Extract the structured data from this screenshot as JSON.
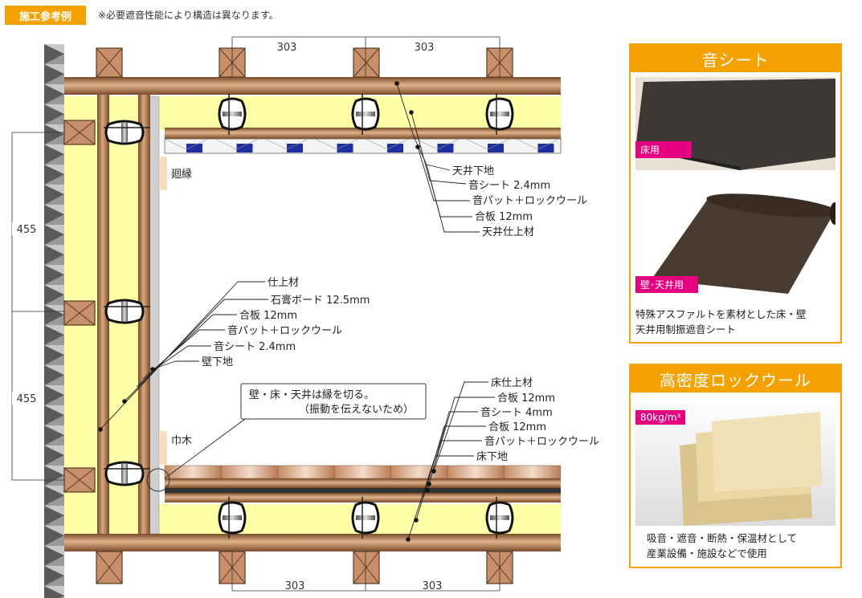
{
  "header": {
    "badge": "施工参考例",
    "note": "※必要遮音性能により構造は異なります。"
  },
  "dimensions": {
    "top_left": "303",
    "top_right": "303",
    "bottom_left": "303",
    "bottom_right": "303",
    "side_upper": "455",
    "side_lower": "455"
  },
  "labels": {
    "mawaribuchi": "廻縁",
    "habaki": "巾木"
  },
  "ceiling_layers": [
    "天井下地",
    "音シート 2.4mm",
    "音パット＋ロックウール",
    "合板 12mm",
    "天井仕上材"
  ],
  "wall_layers": [
    "仕上材",
    "石膏ボード 12.5mm",
    "合板 12mm",
    "音パット＋ロックウール",
    "音シート 2.4mm",
    "壁下地"
  ],
  "floor_layers": [
    "床仕上材",
    "合板 12mm",
    "音シート 4mm",
    "合板 12mm",
    "音パット＋ロックウール",
    "床下地"
  ],
  "callout": {
    "line1": "壁・床・天井は縁を切る。",
    "line2": "（振動を伝えないため）"
  },
  "panel_sheet": {
    "title": "音シート",
    "tag_floor": "床用",
    "tag_wall": "壁･天井用",
    "caption_line1": "特殊アスファルトを素材とした床・壁",
    "caption_line2": "天井用制振遮音シート"
  },
  "panel_rockwool": {
    "title": "高密度ロックウール",
    "tag_density": "80kg/m³",
    "caption_line1": "吸音・遮音・断熱・保温材として",
    "caption_line2": "産業設備・施設などで使用"
  },
  "colors": {
    "accent": "#f5a100",
    "tag": "#e4007f",
    "wood": "#b07a52",
    "insulation": "#ffffa8",
    "blue_pad": "#1f2f9f"
  }
}
